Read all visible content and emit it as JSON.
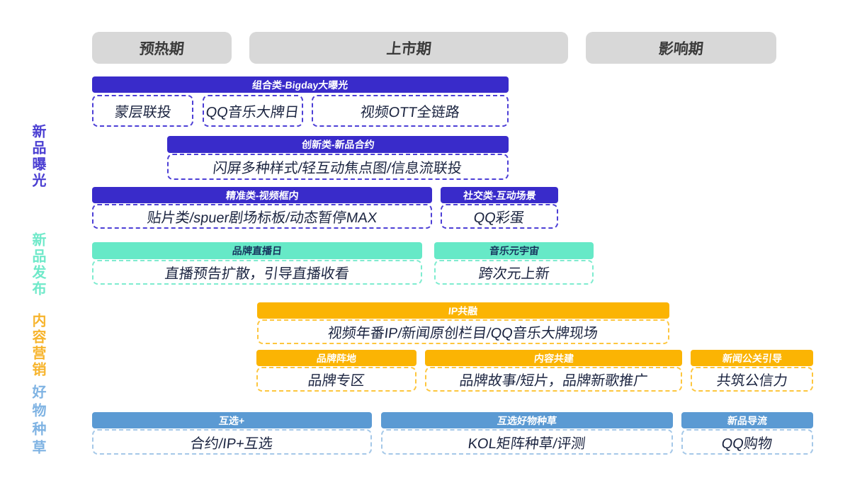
{
  "phases": [
    {
      "label": "预热期"
    },
    {
      "label": "上市期"
    },
    {
      "label": "影响期"
    }
  ],
  "categories": [
    {
      "label": "新品曝光",
      "color": "#4a3ed2"
    },
    {
      "label": "新品发布",
      "color": "#6fe9c9"
    },
    {
      "label": "内容营销",
      "color": "#f7b42c"
    },
    {
      "label": "好物种草",
      "color": "#7fb3e3"
    }
  ],
  "groups": [
    {
      "header": "组合类-Bigday大曝光",
      "theme": "indigo",
      "items": [
        "蒙层联投",
        "QQ音乐大牌日",
        "视频OTT全链路"
      ]
    },
    {
      "header": "创新类-新品合约",
      "theme": "indigo",
      "items": [
        "闪屏多种样式/轻互动焦点图/信息流联投"
      ]
    },
    {
      "header": "精准类-视频框内",
      "theme": "indigo",
      "items": [
        "贴片类/spuer剧场标板/动态暂停MAX"
      ]
    },
    {
      "header": "社交类-互动场景",
      "theme": "indigo",
      "items": [
        "QQ彩蛋"
      ]
    },
    {
      "header": "品牌直播日",
      "theme": "mint",
      "items": [
        "直播预告扩散，引导直播收看"
      ]
    },
    {
      "header": "音乐元宇宙",
      "theme": "mint",
      "items": [
        "跨次元上新"
      ]
    },
    {
      "header": "IP共融",
      "theme": "amber",
      "items": [
        "视频年番IP/新闻原创栏目/QQ音乐大牌现场"
      ]
    },
    {
      "header": "品牌阵地",
      "theme": "amber",
      "items": [
        "品牌专区"
      ]
    },
    {
      "header": "内容共建",
      "theme": "amber",
      "items": [
        "品牌故事/短片，品牌新歌推广"
      ]
    },
    {
      "header": "新闻公关引导",
      "theme": "amber",
      "items": [
        "共筑公信力"
      ]
    },
    {
      "header": "互选+",
      "theme": "blue",
      "items": [
        "合约/IP+互选"
      ]
    },
    {
      "header": "互选好物种草",
      "theme": "blue",
      "items": [
        "KOL矩阵种草/评测"
      ]
    },
    {
      "header": "新品导流",
      "theme": "blue",
      "items": [
        "QQ购物"
      ]
    }
  ],
  "colors": {
    "indigo_header": "#392bca",
    "mint_header": "#66e9c7",
    "amber_header": "#fbb403",
    "blue_header": "#5b9ad3",
    "phase_pill": "#d8d8d8",
    "item_text": "#1b2440"
  }
}
